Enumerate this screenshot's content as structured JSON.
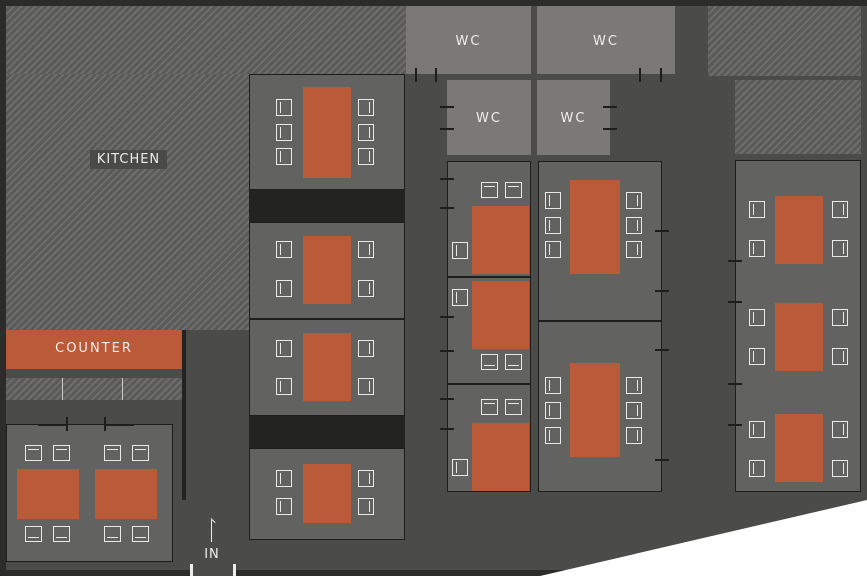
{
  "labels": {
    "kitchen": "KITCHEN",
    "counter": "COUNTER",
    "wc": "WC",
    "entrance": "IN"
  },
  "colors": {
    "table": "#bb5a38",
    "counter": "#bb5a38",
    "floor": "#4b4b49",
    "room": "#626260",
    "wc": "#7a7977",
    "partition": "#232322"
  }
}
